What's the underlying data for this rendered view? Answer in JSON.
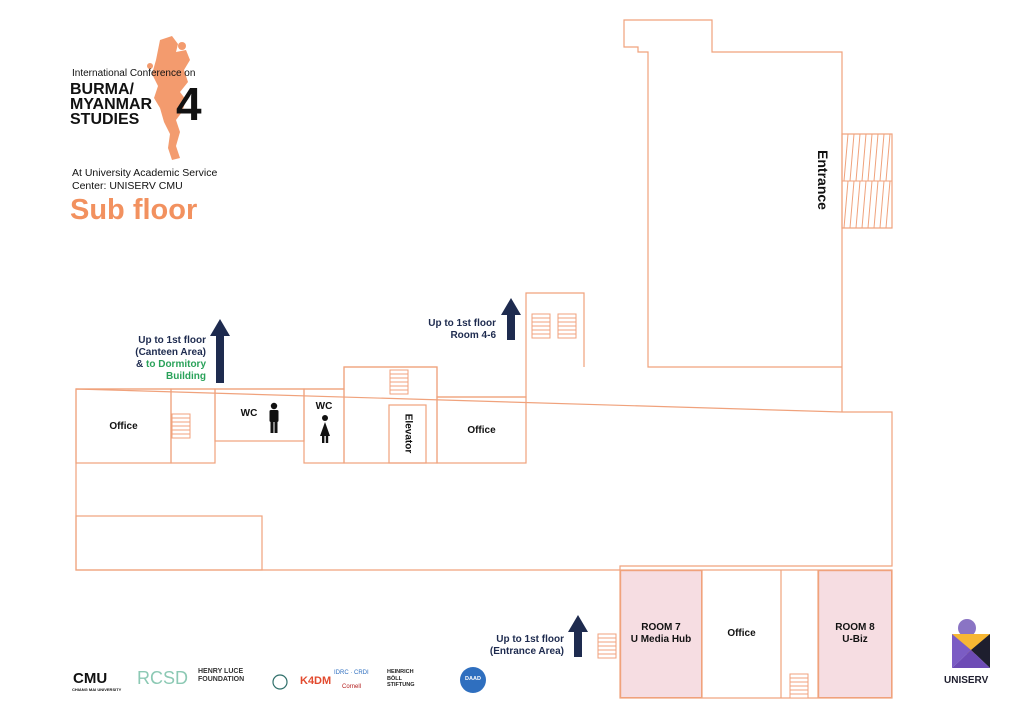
{
  "conference": {
    "intro": "International Conference on",
    "name_lines": [
      "BURMA/",
      "MYANMAR",
      "STUDIES"
    ],
    "number": "4",
    "venue_lines": [
      "At University Academic Service",
      "Center: UNISERV CMU"
    ],
    "floor_title": "Sub floor"
  },
  "colors": {
    "accent": "#f2915f",
    "wall": "#f0a27c",
    "room_fill": "#f6dde2",
    "arrow": "#1e2b4f",
    "green_text": "#2aa25a"
  },
  "rooms": {
    "office_left": "Office",
    "wc_men": "WC",
    "wc_women": "WC",
    "elevator": "Elevator",
    "office_mid": "Office",
    "room7_lines": [
      "ROOM 7",
      "U Media Hub"
    ],
    "office_bottom": "Office",
    "room8_lines": [
      "ROOM 8",
      "U-Biz"
    ],
    "entrance": "Entrance"
  },
  "directions": {
    "canteen_lines": [
      "Up to 1st floor",
      "(Canteen Area)",
      "& "
    ],
    "dormitory_lines": [
      "to Dormitory",
      "Building"
    ],
    "room46_lines": [
      "Up to 1st floor",
      "Room 4-6"
    ],
    "entrance_lines": [
      "Up to 1st floor",
      "(Entrance Area)"
    ]
  },
  "logos": {
    "cmu": "CMU",
    "cmu_sub": "CHIANG MAI UNIVERSITY",
    "rcsd": "RCSD",
    "luce": "HENRY LUCE FOUNDATION",
    "k4dm": "K4DM",
    "idrc": "IDRC · CRDI",
    "cornell": "Cornell",
    "boell": "HEINRICH BÖLL STIFTUNG",
    "daad": "DAAD",
    "uniserv": "UNISERV"
  },
  "icons": [
    "man-icon",
    "woman-icon",
    "stairs-icon",
    "up-arrow-icon",
    "burma-map-silhouette-icon"
  ]
}
